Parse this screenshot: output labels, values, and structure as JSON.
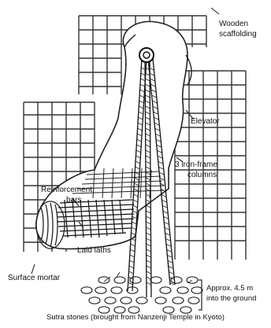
{
  "labels": {
    "wooden_scaffolding_line1": "Wooden",
    "wooden_scaffolding_line2": "scaffolding",
    "elevator": "Elevator",
    "iron_frame_line1": "3 iron-frame",
    "iron_frame_line2": "columns",
    "reinforcement_line1": "Reinforcement",
    "reinforcement_line2": "bars",
    "laid_laths": "Laid laths",
    "surface_mortar": "Surface mortar",
    "depth_line1": "Approx. 4.5 m",
    "depth_line2": "into the ground",
    "sutra_caption": "Sutra stones (brought from Nanzenji Temple in Kyoto)"
  }
}
